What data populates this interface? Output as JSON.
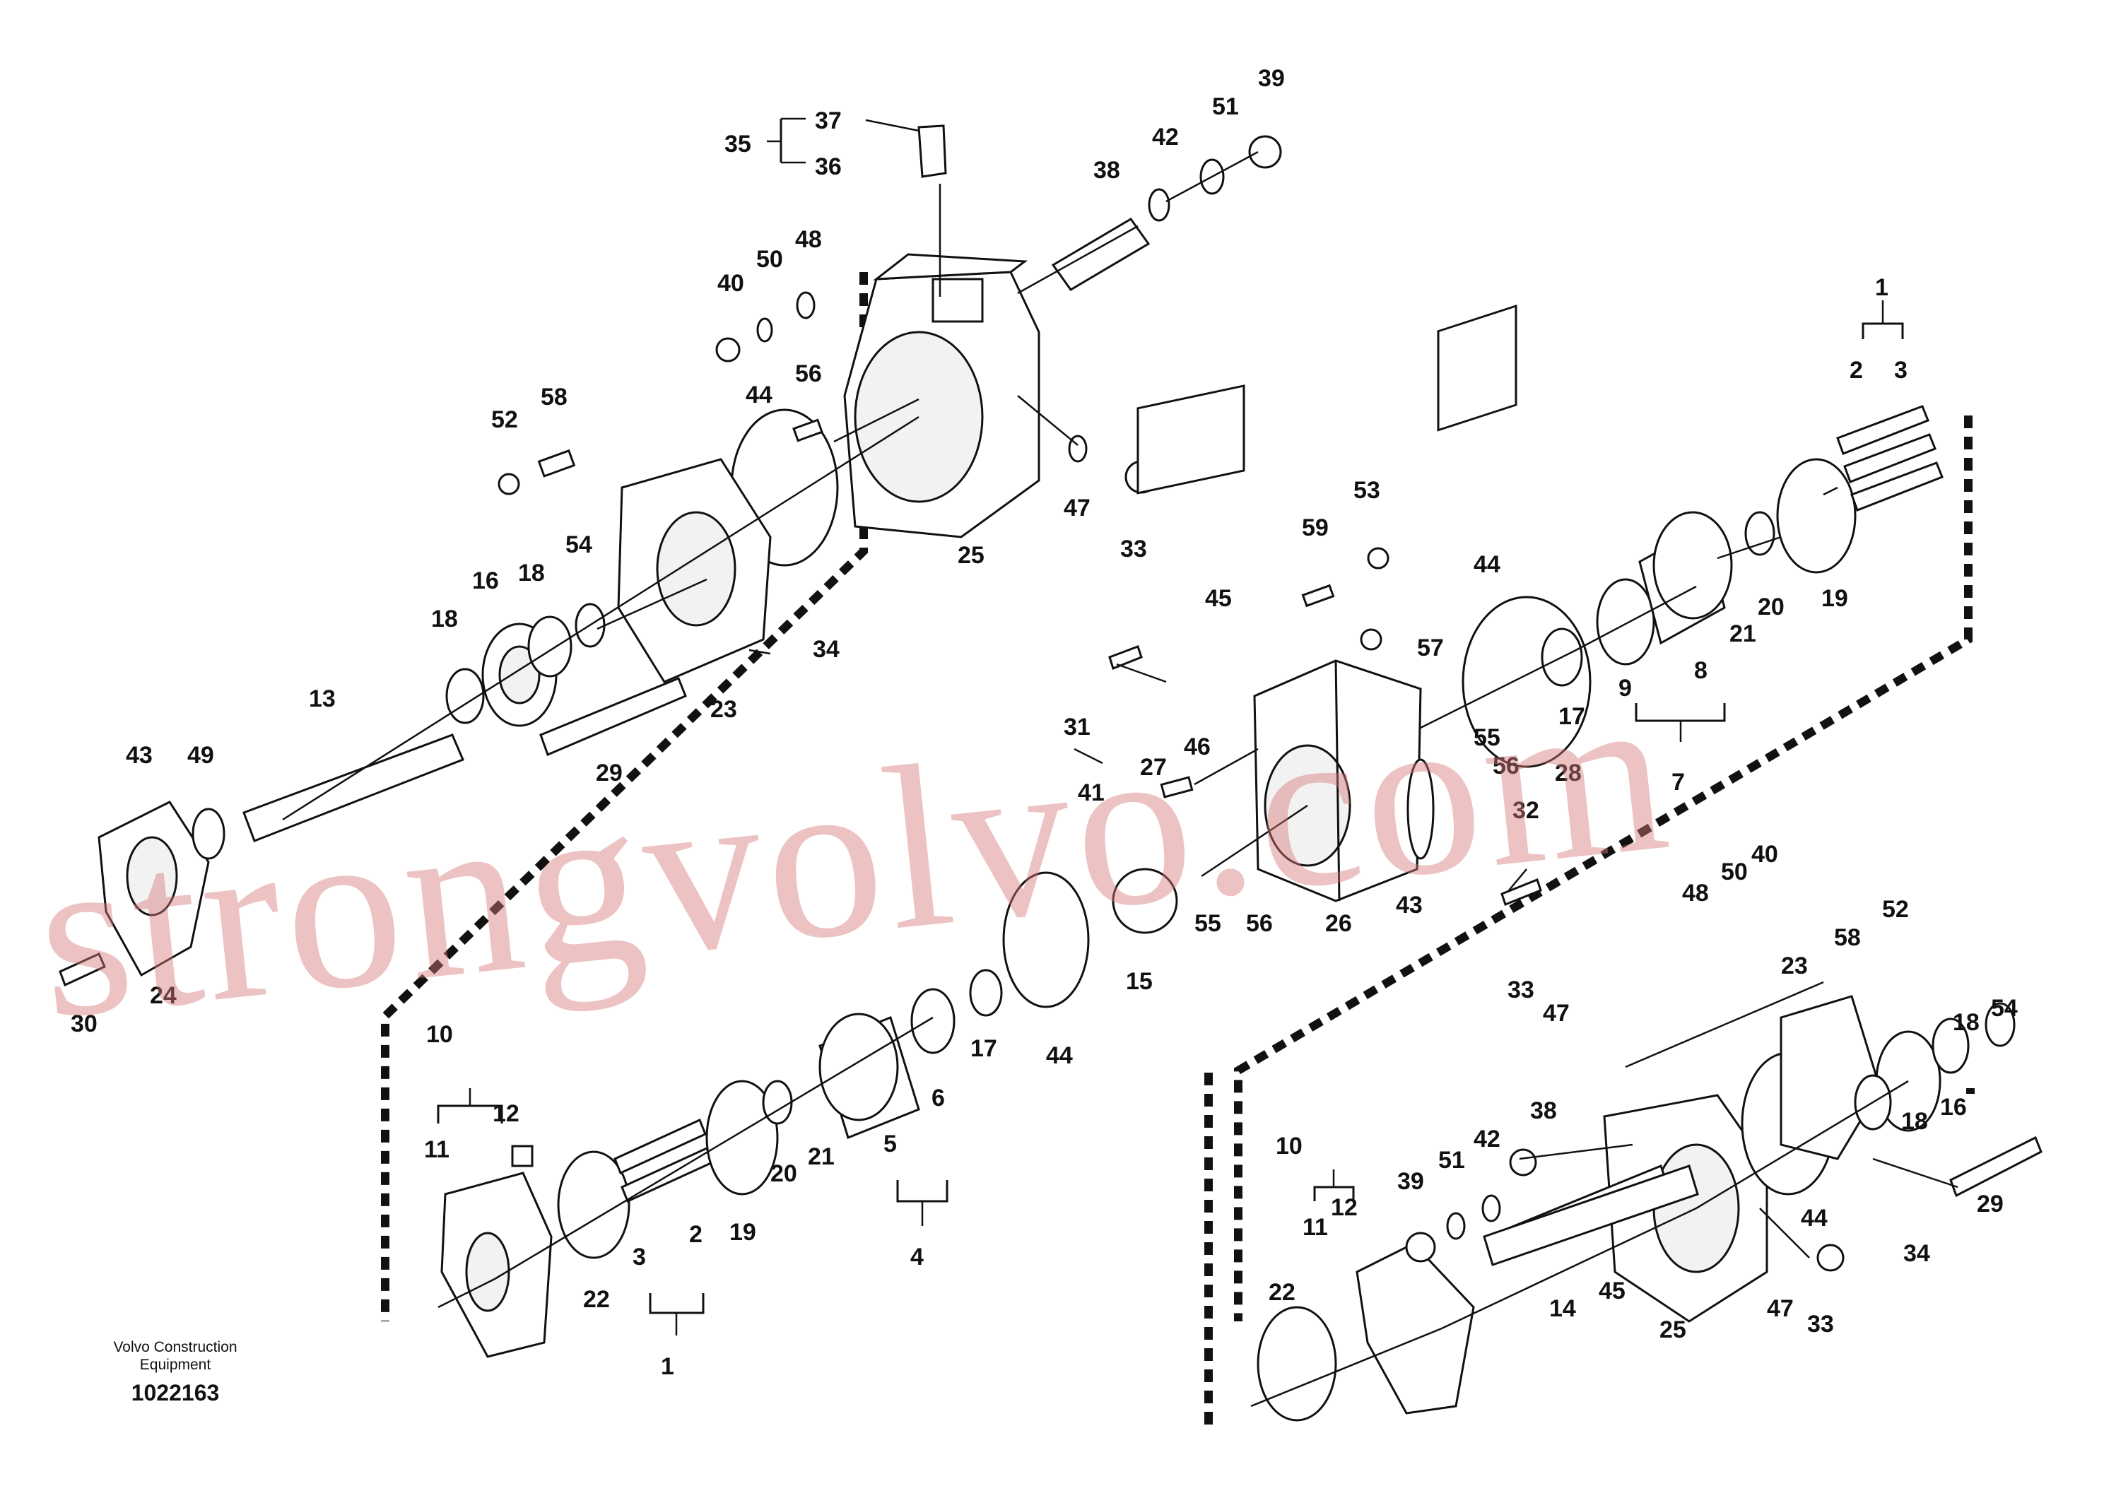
{
  "footer": {
    "company_line1": "Volvo Construction",
    "company_line2": "Equipment",
    "drawing_number": "1022163"
  },
  "watermark": "strongvolvo.com",
  "callouts": [
    "1",
    "2",
    "3",
    "4",
    "5",
    "6",
    "7",
    "8",
    "9",
    "10",
    "11",
    "12",
    "13",
    "14",
    "15",
    "16",
    "17",
    "18",
    "19",
    "20",
    "21",
    "22",
    "23",
    "24",
    "25",
    "26",
    "27",
    "28",
    "29",
    "30",
    "31",
    "32",
    "33",
    "34",
    "35",
    "36",
    "37",
    "38",
    "39",
    "40",
    "41",
    "42",
    "43",
    "44",
    "45",
    "46",
    "47",
    "48",
    "49",
    "50",
    "51",
    "52",
    "53",
    "54",
    "55",
    "56",
    "57",
    "58",
    "59"
  ],
  "colors": {
    "line": "#111111",
    "watermark": "#d67878",
    "background": "#ffffff"
  }
}
